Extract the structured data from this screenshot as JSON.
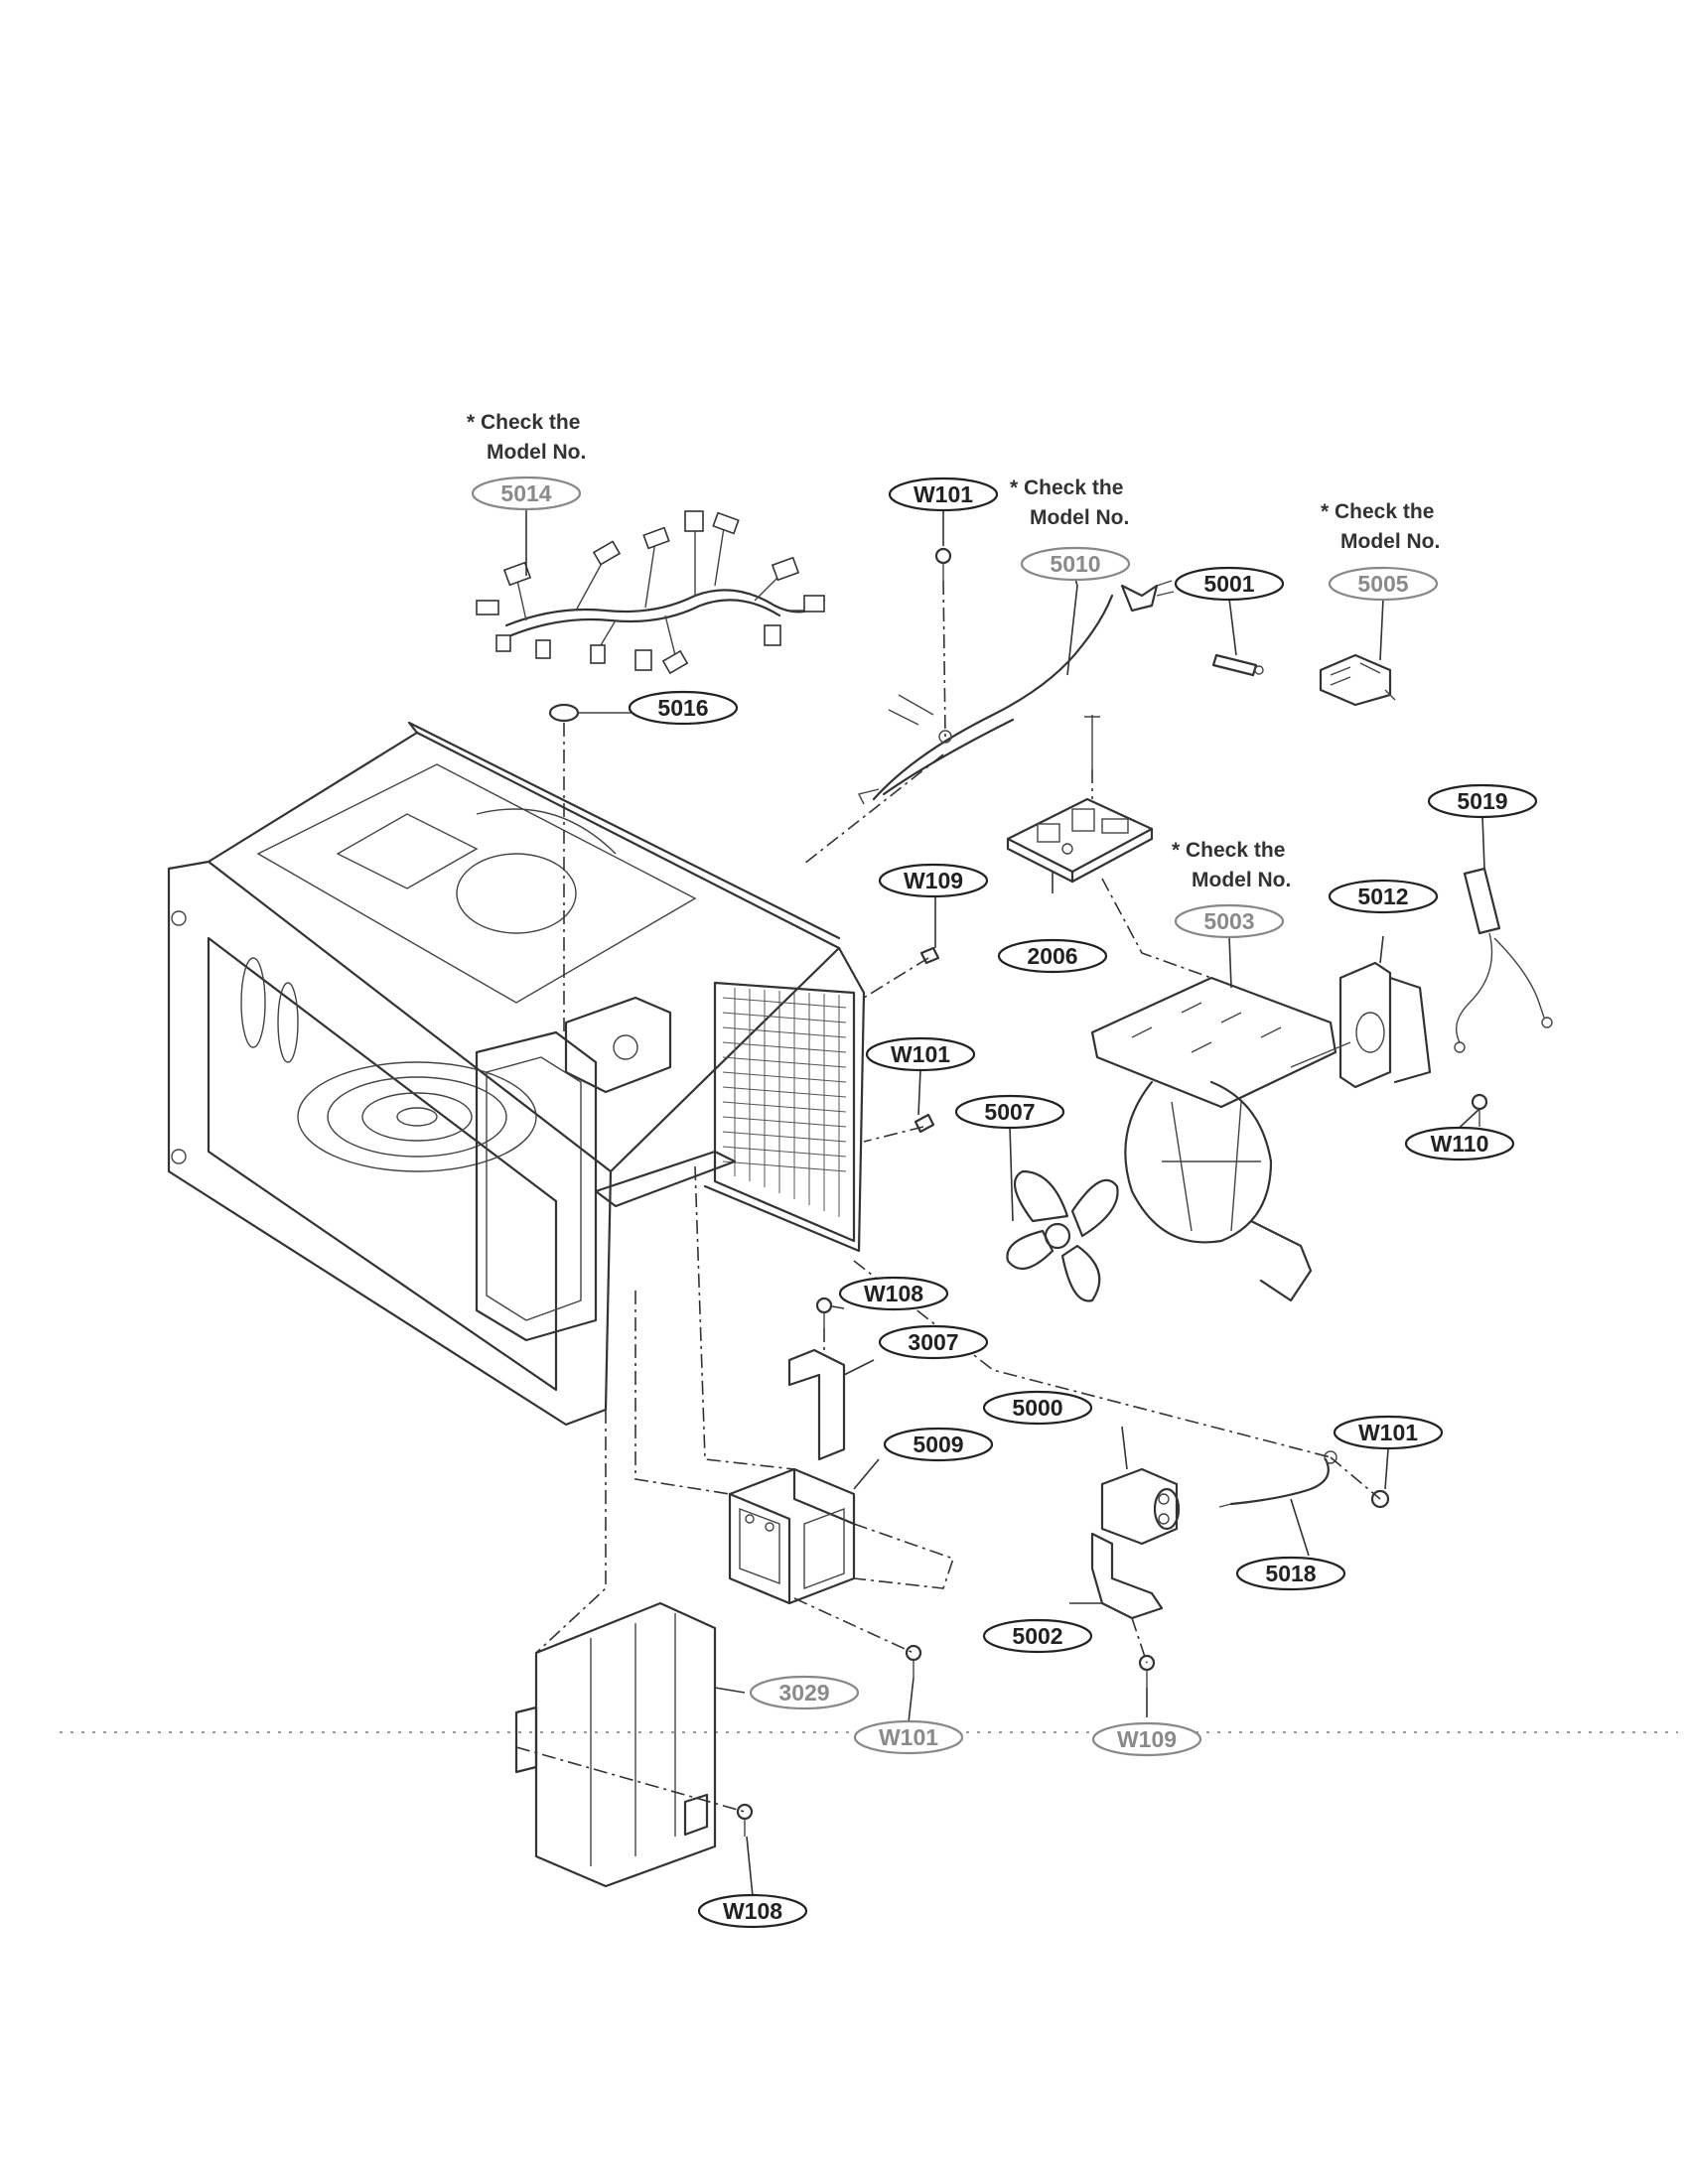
{
  "notes": [
    {
      "id": "n1",
      "line1": "* Check the",
      "line2": "Model No."
    },
    {
      "id": "n2",
      "line1": "* Check the",
      "line2": "Model No."
    },
    {
      "id": "n3",
      "line1": "* Check the",
      "line2": "Model No."
    },
    {
      "id": "n4",
      "line1": "* Check the",
      "line2": "Model No."
    }
  ],
  "labels": [
    {
      "text": "5014",
      "style": "grey"
    },
    {
      "text": "W101",
      "style": "normal"
    },
    {
      "text": "5010",
      "style": "grey"
    },
    {
      "text": "5001",
      "style": "normal"
    },
    {
      "text": "5005",
      "style": "grey"
    },
    {
      "text": "5016",
      "style": "normal"
    },
    {
      "text": "5019",
      "style": "normal"
    },
    {
      "text": "W109",
      "style": "normal"
    },
    {
      "text": "2006",
      "style": "normal"
    },
    {
      "text": "5003",
      "style": "grey"
    },
    {
      "text": "5012",
      "style": "normal"
    },
    {
      "text": "W101",
      "style": "normal"
    },
    {
      "text": "5007",
      "style": "normal"
    },
    {
      "text": "W110",
      "style": "normal"
    },
    {
      "text": "W108",
      "style": "normal"
    },
    {
      "text": "3007",
      "style": "normal"
    },
    {
      "text": "5000",
      "style": "normal"
    },
    {
      "text": "W101",
      "style": "normal"
    },
    {
      "text": "5009",
      "style": "normal"
    },
    {
      "text": "5018",
      "style": "normal"
    },
    {
      "text": "5002",
      "style": "normal"
    },
    {
      "text": "3029",
      "style": "grey"
    },
    {
      "text": "W101",
      "style": "grey"
    },
    {
      "text": "W109",
      "style": "grey"
    },
    {
      "text": "W108",
      "style": "normal"
    }
  ]
}
